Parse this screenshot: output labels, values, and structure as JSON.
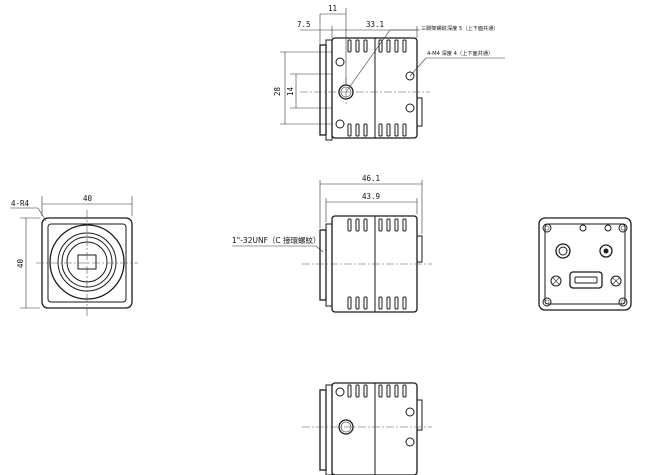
{
  "top_view": {
    "dim_11": "11",
    "dim_7_5": "7.5",
    "dim_33_1": "33.1",
    "dim_28": "28",
    "dim_14": "14",
    "note_tripod": "三脚架螺紋深度 5（上下面共通）",
    "note_m4": "4-M4 深度 4（上下面共通）"
  },
  "front_view": {
    "dim_40_w": "40",
    "dim_40_h": "40",
    "note_r4": "4-R4"
  },
  "side_view": {
    "dim_46_1": "46.1",
    "dim_43_9": "43.9",
    "note_thread": "1\"-32UNF（C 接環螺紋）"
  }
}
